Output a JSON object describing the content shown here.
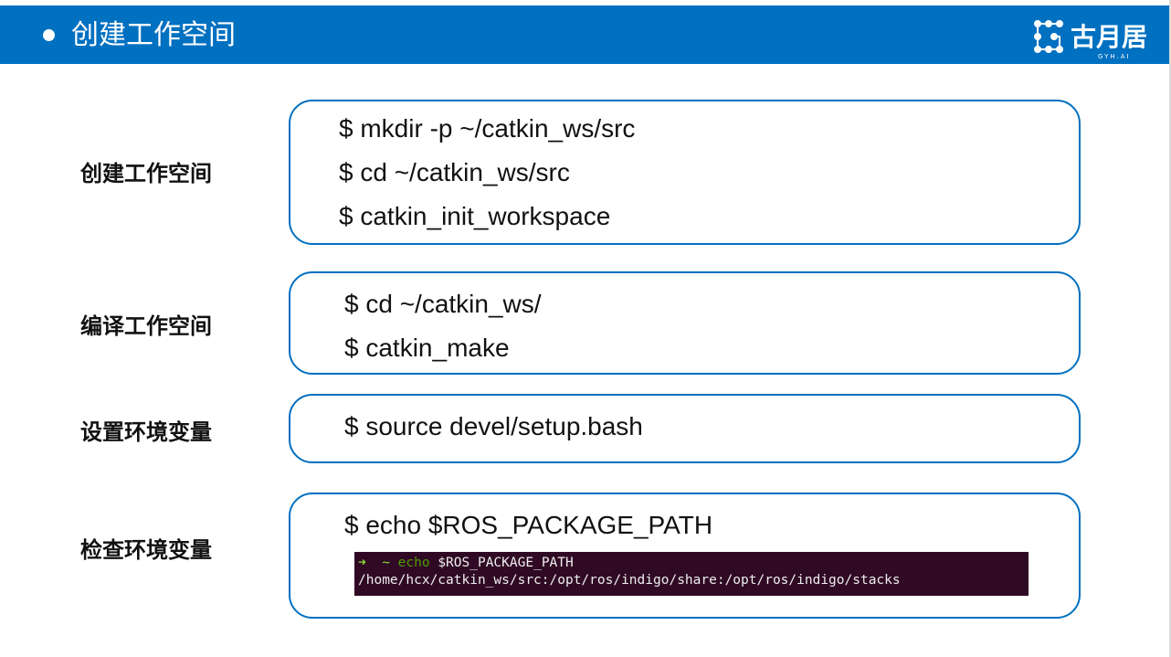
{
  "header": {
    "title": "创建工作空间",
    "logo_text": "古月居",
    "logo_sub": "GYH.AI",
    "color": "#0070c0"
  },
  "sections": [
    {
      "label": "创建工作空间",
      "commands": [
        "$ mkdir -p ~/catkin_ws/src",
        "$ cd ~/catkin_ws/src",
        "$ catkin_init_workspace"
      ]
    },
    {
      "label": "编译工作空间",
      "commands": [
        "$ cd ~/catkin_ws/",
        "$ catkin_make"
      ]
    },
    {
      "label": "设置环境变量",
      "commands": [
        "$ source devel/setup.bash"
      ]
    },
    {
      "label": "检查环境变量",
      "commands": [
        "$ echo $ROS_PACKAGE_PATH"
      ]
    }
  ],
  "terminal": {
    "prompt_arrow": "➜",
    "prompt_dir": "~",
    "command": "echo",
    "args": "$ROS_PACKAGE_PATH",
    "output": "/home/hcx/catkin_ws/src:/opt/ros/indigo/share:/opt/ros/indigo/stacks"
  }
}
